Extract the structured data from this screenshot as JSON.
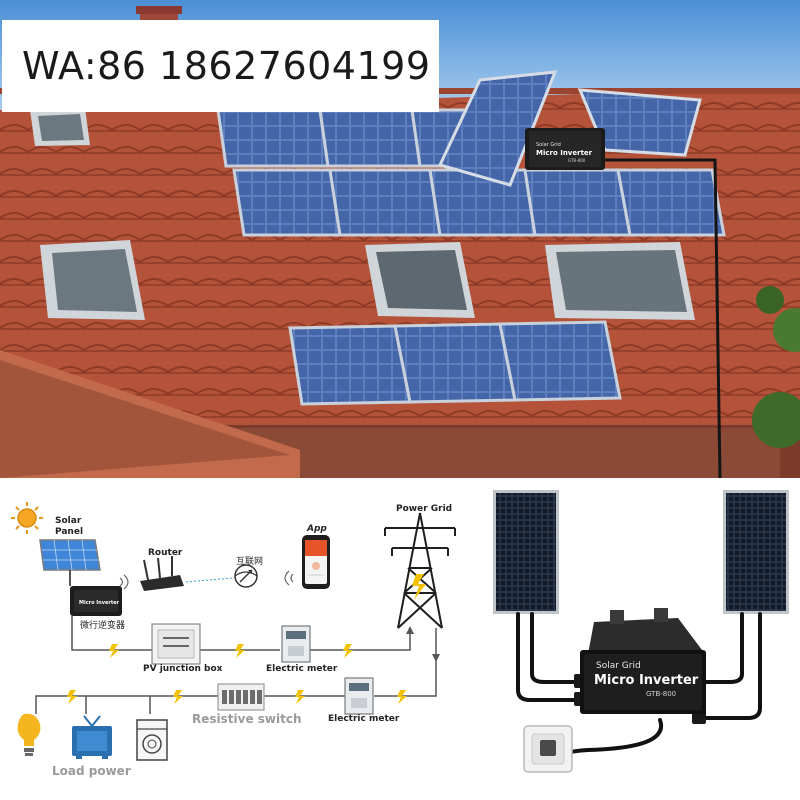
{
  "contact": {
    "text": "WA:86 18627604199"
  },
  "diagram": {
    "solar_panel": "Solar\nPanel",
    "router": "Router",
    "internet": "互联网",
    "app": "App",
    "power_grid": "Power Grid",
    "micro_inverter_cn": "微行逆变器",
    "pv_junction_box": "PV junction box",
    "electric_meter_1": "Electric meter",
    "resistive_switch": "Resistive switch",
    "electric_meter_2": "Electric meter",
    "load_power": "Load power"
  },
  "product": {
    "brand": "Solar Grid",
    "name": "Micro Inverter",
    "model": "GTB-800"
  },
  "roof_inverter": {
    "brand": "Solar Grid",
    "name": "Micro Inverter",
    "model": "GTB-800"
  },
  "colors": {
    "roof_tile": "#b8553a",
    "panel_blue": "#3e5f9e",
    "sky": "#6fa3d8",
    "diagram_line": "#555555",
    "spark": "#f2c200"
  }
}
